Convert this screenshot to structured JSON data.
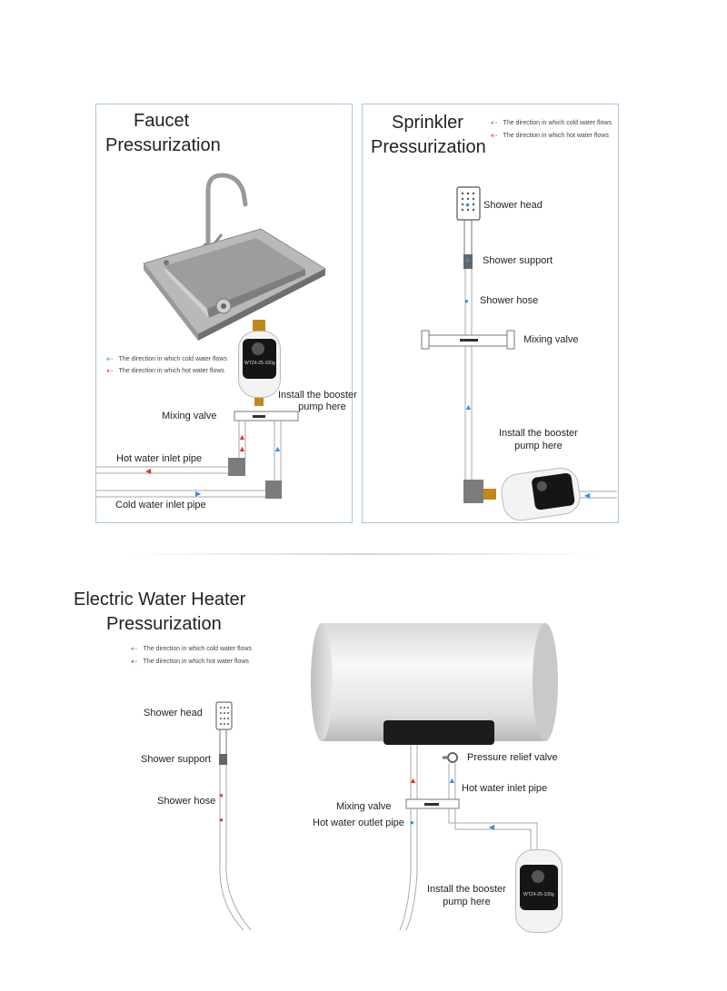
{
  "faucet": {
    "title_line1": "Faucet",
    "title_line2": "Pressurization",
    "legend_cold": "The direction in which cold water flows",
    "legend_hot": "The direction in which hot water flows",
    "install_line1": "Install the booster",
    "install_line2": "pump here",
    "mixing_valve": "Mixing valve",
    "hot_inlet": "Hot water inlet pipe",
    "cold_inlet": "Cold water inlet pipe",
    "pump_model": "WTZ4-25-100g"
  },
  "sprinkler": {
    "title_line1": "Sprinkler",
    "title_line2": "Pressurization",
    "legend_cold": "The direction in which cold water flows",
    "legend_hot": "The direction in which hot water flows",
    "shower_head": "Shower head",
    "shower_support": "Shower support",
    "shower_hose": "Shower hose",
    "mixing_valve": "Mixing valve",
    "install_line1": "Install the booster",
    "install_line2": "pump here"
  },
  "heater": {
    "title_line1": "Electric Water Heater",
    "title_line2": "Pressurization",
    "legend_cold": "The direction in which cold water flows",
    "legend_hot": "The direction in which hot water flows",
    "shower_head": "Shower head",
    "shower_support": "Shower support",
    "shower_hose": "Shower hose",
    "mixing_valve": "Mixing valve",
    "hot_outlet": "Hot water outlet pipe",
    "pressure_relief": "Pressure relief valve",
    "hot_inlet": "Hot water inlet pipe",
    "install_line1": "Install the booster",
    "install_line2": "pump here",
    "pump_model": "WTZ4-25-100g"
  },
  "colors": {
    "cold": "#3a8fd8",
    "hot": "#d83a3a",
    "panel_border": "#a9c6de"
  }
}
